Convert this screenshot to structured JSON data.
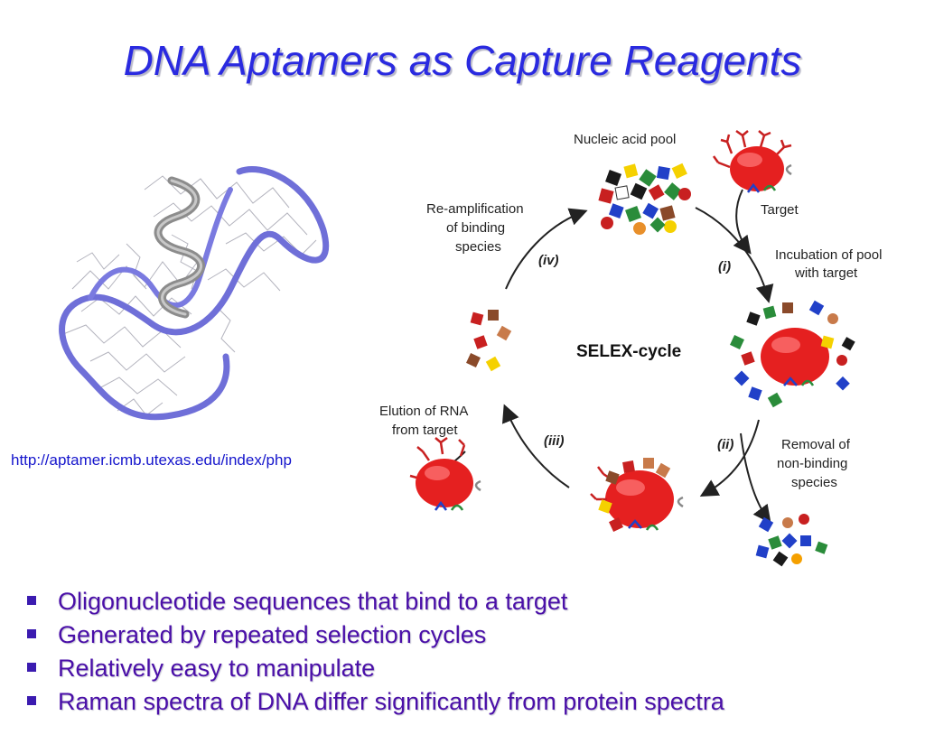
{
  "slide": {
    "title": "DNA Aptamers as Capture Reagents",
    "source_url": "http://aptamer.icmb.utexas.edu/index/php"
  },
  "diagram": {
    "center_label": "SELEX-cycle",
    "labels": {
      "pool": "Nucleic acid pool",
      "target": "Target",
      "incubation": [
        "Incubation of pool",
        "with target"
      ],
      "removal": [
        "Removal of",
        "non-binding",
        "species"
      ],
      "elution": [
        "Elution of RNA",
        "from target"
      ],
      "reamplification": [
        "Re-amplification",
        "of binding",
        "species"
      ]
    },
    "steps": [
      "(i)",
      "(ii)",
      "(iii)",
      "(iv)"
    ],
    "colors": {
      "target": "#e52020",
      "arrow": "#222222",
      "ribbon": "#6f6fd8"
    }
  },
  "bullets": [
    "Oligonucleotide sequences that bind to a target",
    "Generated by repeated selection cycles",
    "Relatively easy to manipulate",
    "Raman spectra of DNA differ significantly from protein spectra"
  ]
}
